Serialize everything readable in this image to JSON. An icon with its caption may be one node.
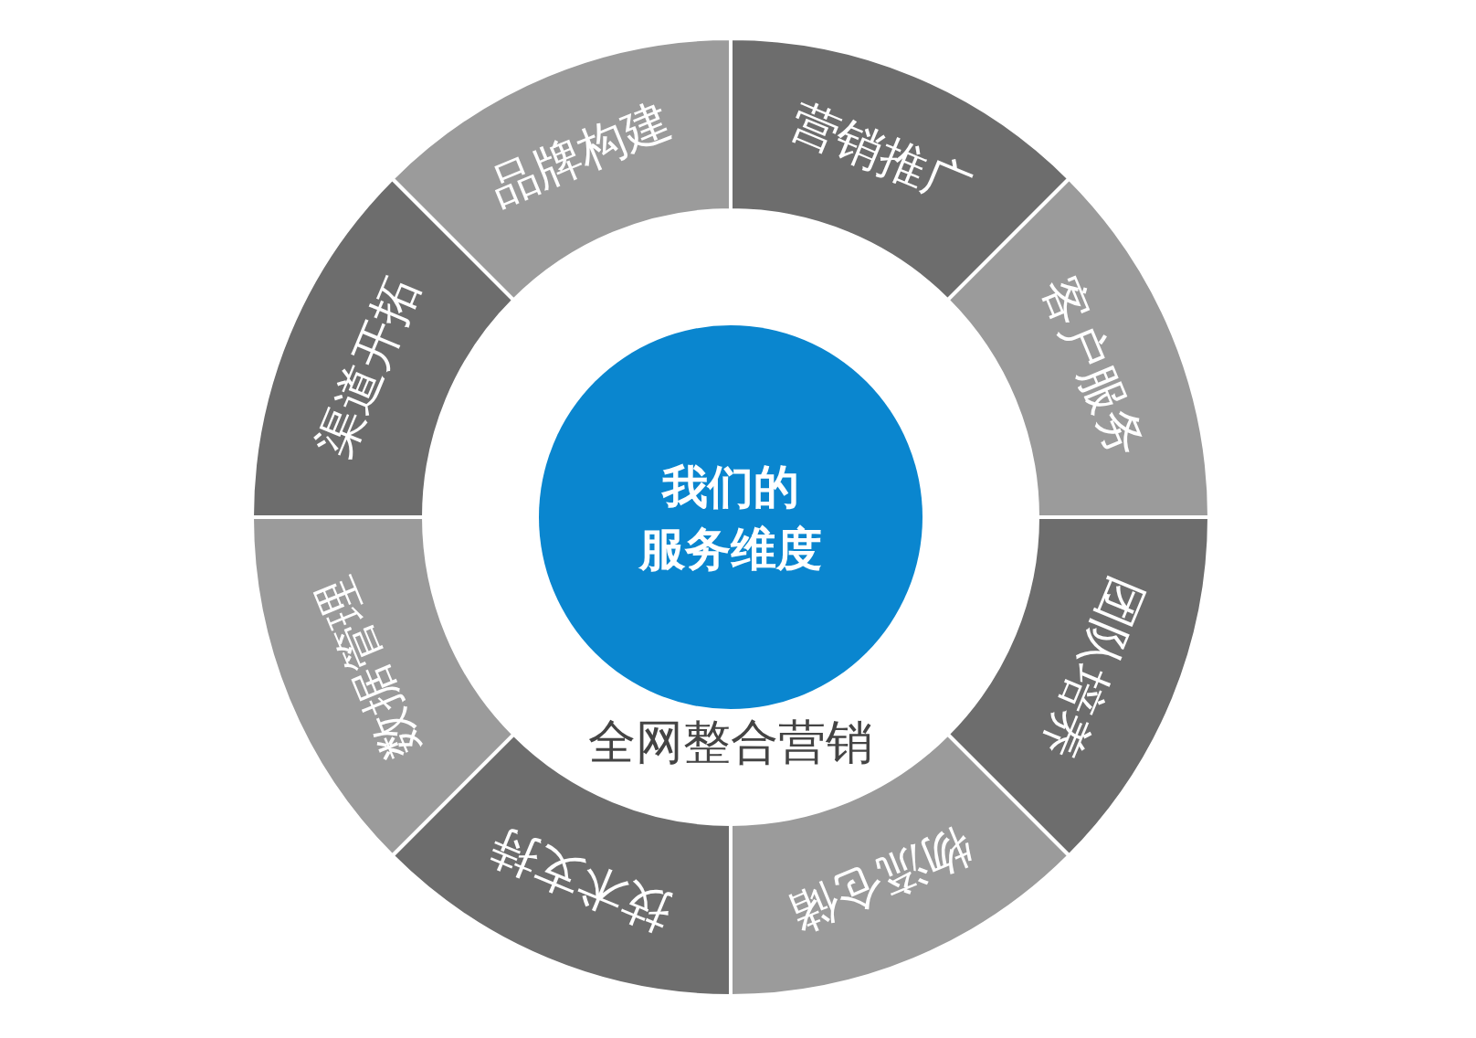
{
  "diagram": {
    "nodes": [
      {
        "text": [
          "全网整合营销"
        ]
      },
      {
        "text": [
          "我们的服务维度"
        ],
        "in": 0
      },
      {
        "text": [
          "营销推广"
        ]
      },
      {
        "text": [
          "客户服务"
        ]
      },
      {
        "text": [
          "团队培养"
        ]
      },
      {
        "text": [
          "物流仓储"
        ]
      },
      {
        "text": [
          "技术支持"
        ]
      },
      {
        "text": [
          "数据管理"
        ]
      },
      {
        "text": [
          "渠道开拓"
        ]
      },
      {
        "text": [
          "品牌构建"
        ]
      }
    ]
  }
}
